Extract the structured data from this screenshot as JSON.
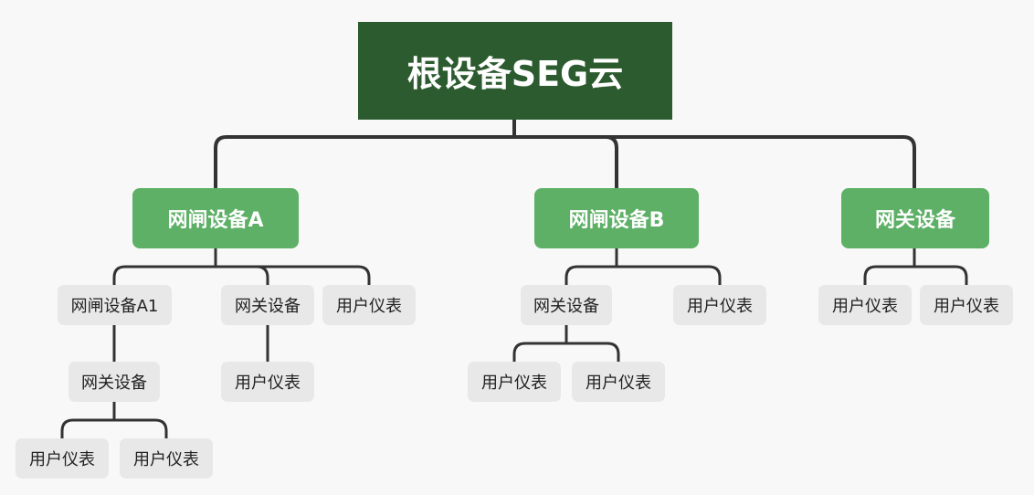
{
  "root": {
    "label": "根设备SEG云"
  },
  "branches": [
    {
      "label": "网闸设备A",
      "children": [
        {
          "label": "网闸设备A1",
          "children": [
            {
              "label": "网关设备",
              "children": [
                {
                  "label": "用户仪表"
                },
                {
                  "label": "用户仪表"
                }
              ]
            }
          ]
        },
        {
          "label": "网关设备",
          "children": [
            {
              "label": "用户仪表"
            }
          ]
        },
        {
          "label": "用户仪表"
        }
      ]
    },
    {
      "label": "网闸设备B",
      "children": [
        {
          "label": "网关设备",
          "children": [
            {
              "label": "用户仪表"
            },
            {
              "label": "用户仪表"
            }
          ]
        },
        {
          "label": "用户仪表"
        }
      ]
    },
    {
      "label": "网关设备",
      "children": [
        {
          "label": "用户仪表"
        },
        {
          "label": "用户仪表"
        }
      ]
    }
  ]
}
